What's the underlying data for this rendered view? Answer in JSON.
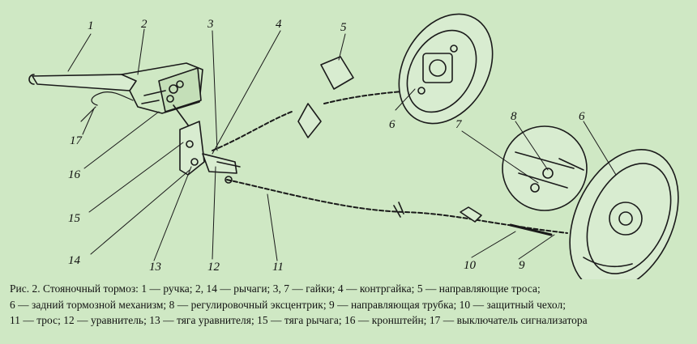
{
  "figure": {
    "labels": [
      "1",
      "2",
      "3",
      "4",
      "5",
      "6",
      "7",
      "8",
      "6",
      "9",
      "10",
      "11",
      "12",
      "13",
      "14",
      "15",
      "16",
      "17"
    ],
    "caption": {
      "lead": "Рис. 2. Стояночный тормоз:",
      "lines": [
        "1 — ручка; 2, 14 — рычаги; 3, 7 — гайки; 4 — контргайка; 5 — направляющие троса;",
        "6 — задний тормозной механизм; 8 — регулировочный эксцентрик; 9 — направляющая трубка; 10 — защитный чехол;",
        "11 — трос; 12 — уравнитель; 13 — тяга уравнителя; 15 — тяга рычага; 16 — кронштейн; 17 — выключатель сигнализатора"
      ]
    }
  }
}
